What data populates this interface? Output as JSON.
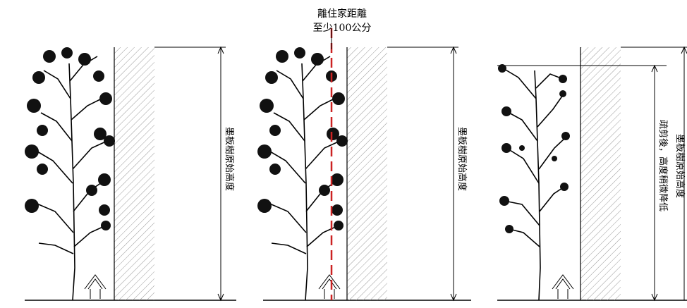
{
  "annotation": {
    "line1": "離住家距離",
    "line2": "至少100公分"
  },
  "panels": [
    {
      "height_label": "墨板樹原始高度"
    },
    {
      "height_label": "墨板樹原始高度"
    },
    {
      "height_label": "墨板樹原始高度",
      "reduced_label": "疏剪後，高度稍微降低"
    }
  ],
  "colors": {
    "line": "#000000",
    "hatch": "#9a9a9a",
    "marker": "#cc2222"
  },
  "icons": [
    "tree-icon",
    "house-symbol-icon",
    "height-dimension-arrow-icon"
  ]
}
